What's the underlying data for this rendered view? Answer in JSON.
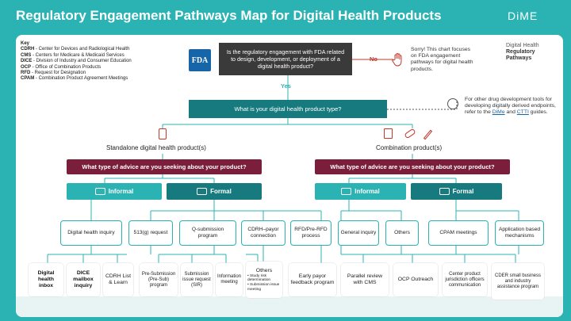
{
  "title": "Regulatory Engagement Pathways Map for Digital Health Products",
  "brand": {
    "dime": "DiME",
    "dh_line1": "Digital Health",
    "dh_line2": "Regulatory",
    "dh_line3": "Pathways"
  },
  "key": {
    "heading": "Key",
    "items": [
      {
        "abbr": "CDRH",
        "desc": " - Center for Devices and Radiological Health"
      },
      {
        "abbr": "CMS",
        "desc": " - Centers for Medicare & Medicaid Services"
      },
      {
        "abbr": "DICE",
        "desc": " - Division of Industry and Consumer Education"
      },
      {
        "abbr": "OCP",
        "desc": " - Office of Combination Products"
      },
      {
        "abbr": "RFD",
        "desc": " - Request for Designation"
      },
      {
        "abbr": "CPAM",
        "desc": " - Combination Product Agreement Meetings"
      }
    ]
  },
  "fda_logo": "FDA",
  "q1": "Is the regulatory engagement with FDA related to design, development, or deployment of a digital health product?",
  "q1_no": "No",
  "q1_yes": "Yes",
  "sorry_note": "Sorry! This chart focuses on FDA engagement pathways for digital health products.",
  "q2": "What is your digital health product type?",
  "other_tools_note_prefix": "For other drug development tools for developing digitally derived endpoints, refer to the ",
  "other_tools_link1": "DiMe",
  "other_tools_and": " and ",
  "other_tools_link2": "CTTI",
  "other_tools_suffix": " guides.",
  "type_standalone": "Standalone digital health product(s)",
  "type_combination": "Combination product(s)",
  "q3": "What type of advice are you seeking about your product?",
  "informal": "Informal",
  "formal": "Formal",
  "standalone_options": [
    "Digital health inquiry",
    "513(g) request",
    "Q-submission program",
    "CDRH–payor connection",
    "RFD/Pre-RFD process"
  ],
  "combination_options": [
    "General inquiry",
    "Others",
    "CPAM meetings",
    "Application based mechanisms"
  ],
  "leaves": {
    "l1": "Digital health inbox",
    "l2": "DICE mailbox inquiry",
    "l3": "CDRH List & Learn",
    "l4": "Pre-Submission (Pre-Sub) program",
    "l5": "Submission issue request (SIR)",
    "l6": "Information meeting",
    "l7_title": "Others",
    "l7_items": [
      "• Study risk determination",
      "• Submission issue meeting"
    ],
    "l8": "Early payor feedback program",
    "l9": "Parallel review with CMS",
    "l10": "OCP Outreach",
    "l11": "Center product jurisdiction officers communication",
    "l12": "CDER small business and industry assistance program"
  }
}
